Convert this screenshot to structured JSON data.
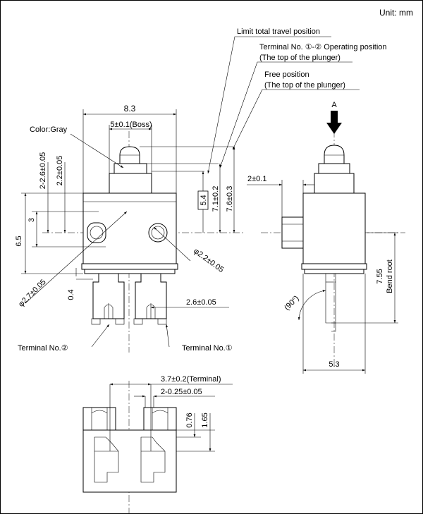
{
  "unit_label": "Unit: mm",
  "view_marker": "A",
  "callouts": {
    "limit_total_travel": "Limit total travel position",
    "operating_position_1": "Terminal No. ①-② Operating position",
    "operating_position_2": "(The top of the plunger)",
    "free_position_1": "Free position",
    "free_position_2": "(The top of the plunger)",
    "color": "Color:Gray",
    "terminal_2": "Terminal No.②",
    "terminal_1": "Terminal No.①",
    "bend_root": "Bend root"
  },
  "dimensions": {
    "width": "8.3",
    "boss": "5±0.1(Boss)",
    "pitch_a": "2-2.6±0.05",
    "pitch_b": "2.2±0.05",
    "three": "3",
    "six_five": "6.5",
    "hole_small": "φ2.2±0.05",
    "hole_large": "φ2.7±0.05",
    "zero_four": "0.4",
    "terminal_pitch": "2.6±0.05",
    "boxed_54": "5.4",
    "dim_71": "7.1±0.2",
    "dim_76": "7.6±0.3",
    "two": "2±0.1",
    "dim_755": "7.55",
    "angle": "(90°)",
    "side_width": "5.3",
    "terminal_width": "3.7±0.2(Terminal)",
    "terminal_thick": "2-0.25±0.05",
    "dim_076": "0.76",
    "dim_165": "1.65"
  }
}
